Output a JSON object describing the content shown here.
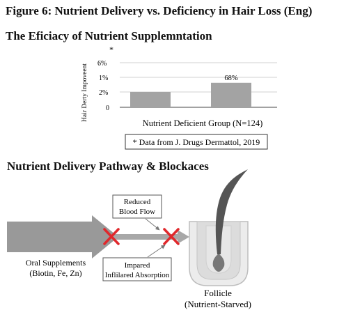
{
  "figure_title": "Figure 6: Nutrient Delivery vs. Deficiency in Hair Loss (Eng)",
  "chart_data": {
    "type": "bar",
    "title": "The Eficiacy of Nutrient Supplemntation",
    "title_marker": "*",
    "ylabel": "Hair Derty Impoveent",
    "yticks": [
      "6%",
      "1%",
      "2%",
      "0"
    ],
    "xlabel": "Nutrient Deficient Group (N=124)",
    "categories": [
      "",
      ""
    ],
    "values": [
      2,
      3.2
    ],
    "ylim": [
      0,
      6
    ],
    "bar_labels": [
      "",
      "68%"
    ],
    "source_note": "* Data from J. Drugs Dermattol, 2019",
    "grid": true,
    "bar_color": "#a3a3a3"
  },
  "pathway": {
    "title": "Nutrient Delivery Pathway & Blockaces",
    "source_label_line1": "Oral Supplements",
    "source_label_line2": "(Biotin, Fe, Zn)",
    "blocker1_line1": "Reduced",
    "blocker1_line2": "Blood Flow",
    "blocker2_line1": "Impared",
    "blocker2_line2": "Inflilared Absorption",
    "target_line1": "Follicle",
    "target_line2": "(Nutrient-Starved)",
    "block_color": "#e0282c"
  }
}
